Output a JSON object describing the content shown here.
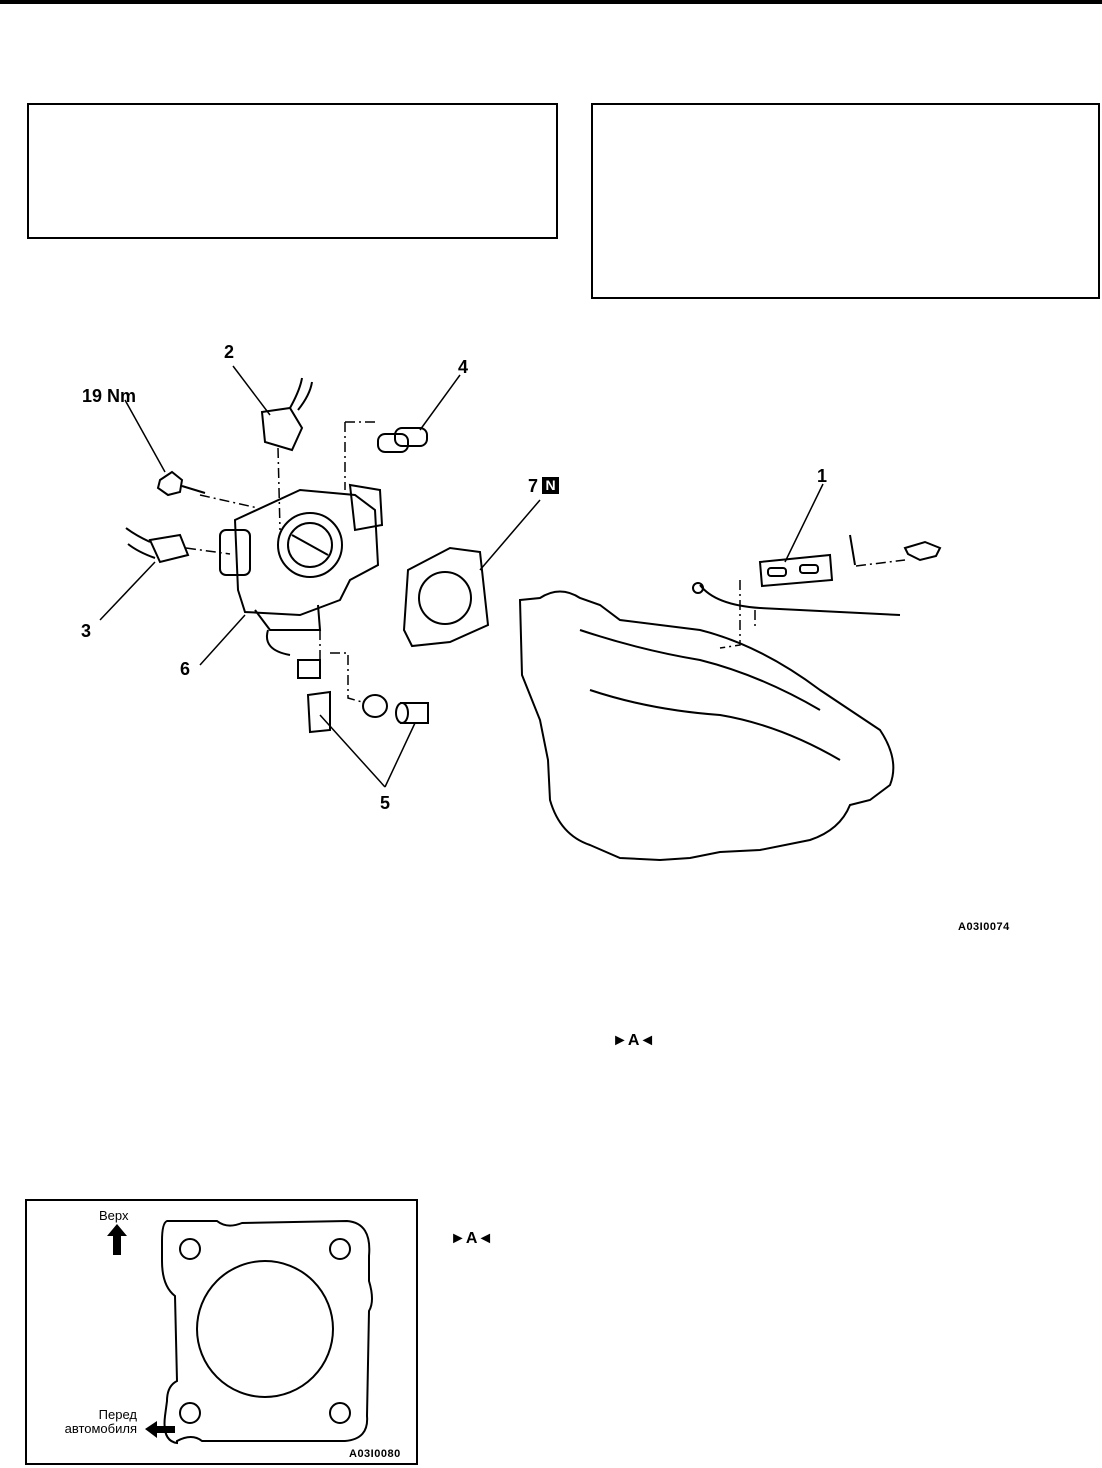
{
  "header": {
    "notice_boxes": [
      "",
      ""
    ]
  },
  "figure_main": {
    "labels": {
      "torque": "19 Nm",
      "part1": "1",
      "part2": "2",
      "part3": "3",
      "part4": "4",
      "part5": "5",
      "part6": "6",
      "part7": "7",
      "part7_badge": "N"
    },
    "figure_code": "A03I0074"
  },
  "service_marks": {
    "mark_a_first": "►A◄",
    "mark_a_second": "►A◄"
  },
  "figure_gasket": {
    "up_label": "Верх",
    "front_label_line1": "Перед",
    "front_label_line2": "автомобиля",
    "figure_code": "A03I0080"
  }
}
